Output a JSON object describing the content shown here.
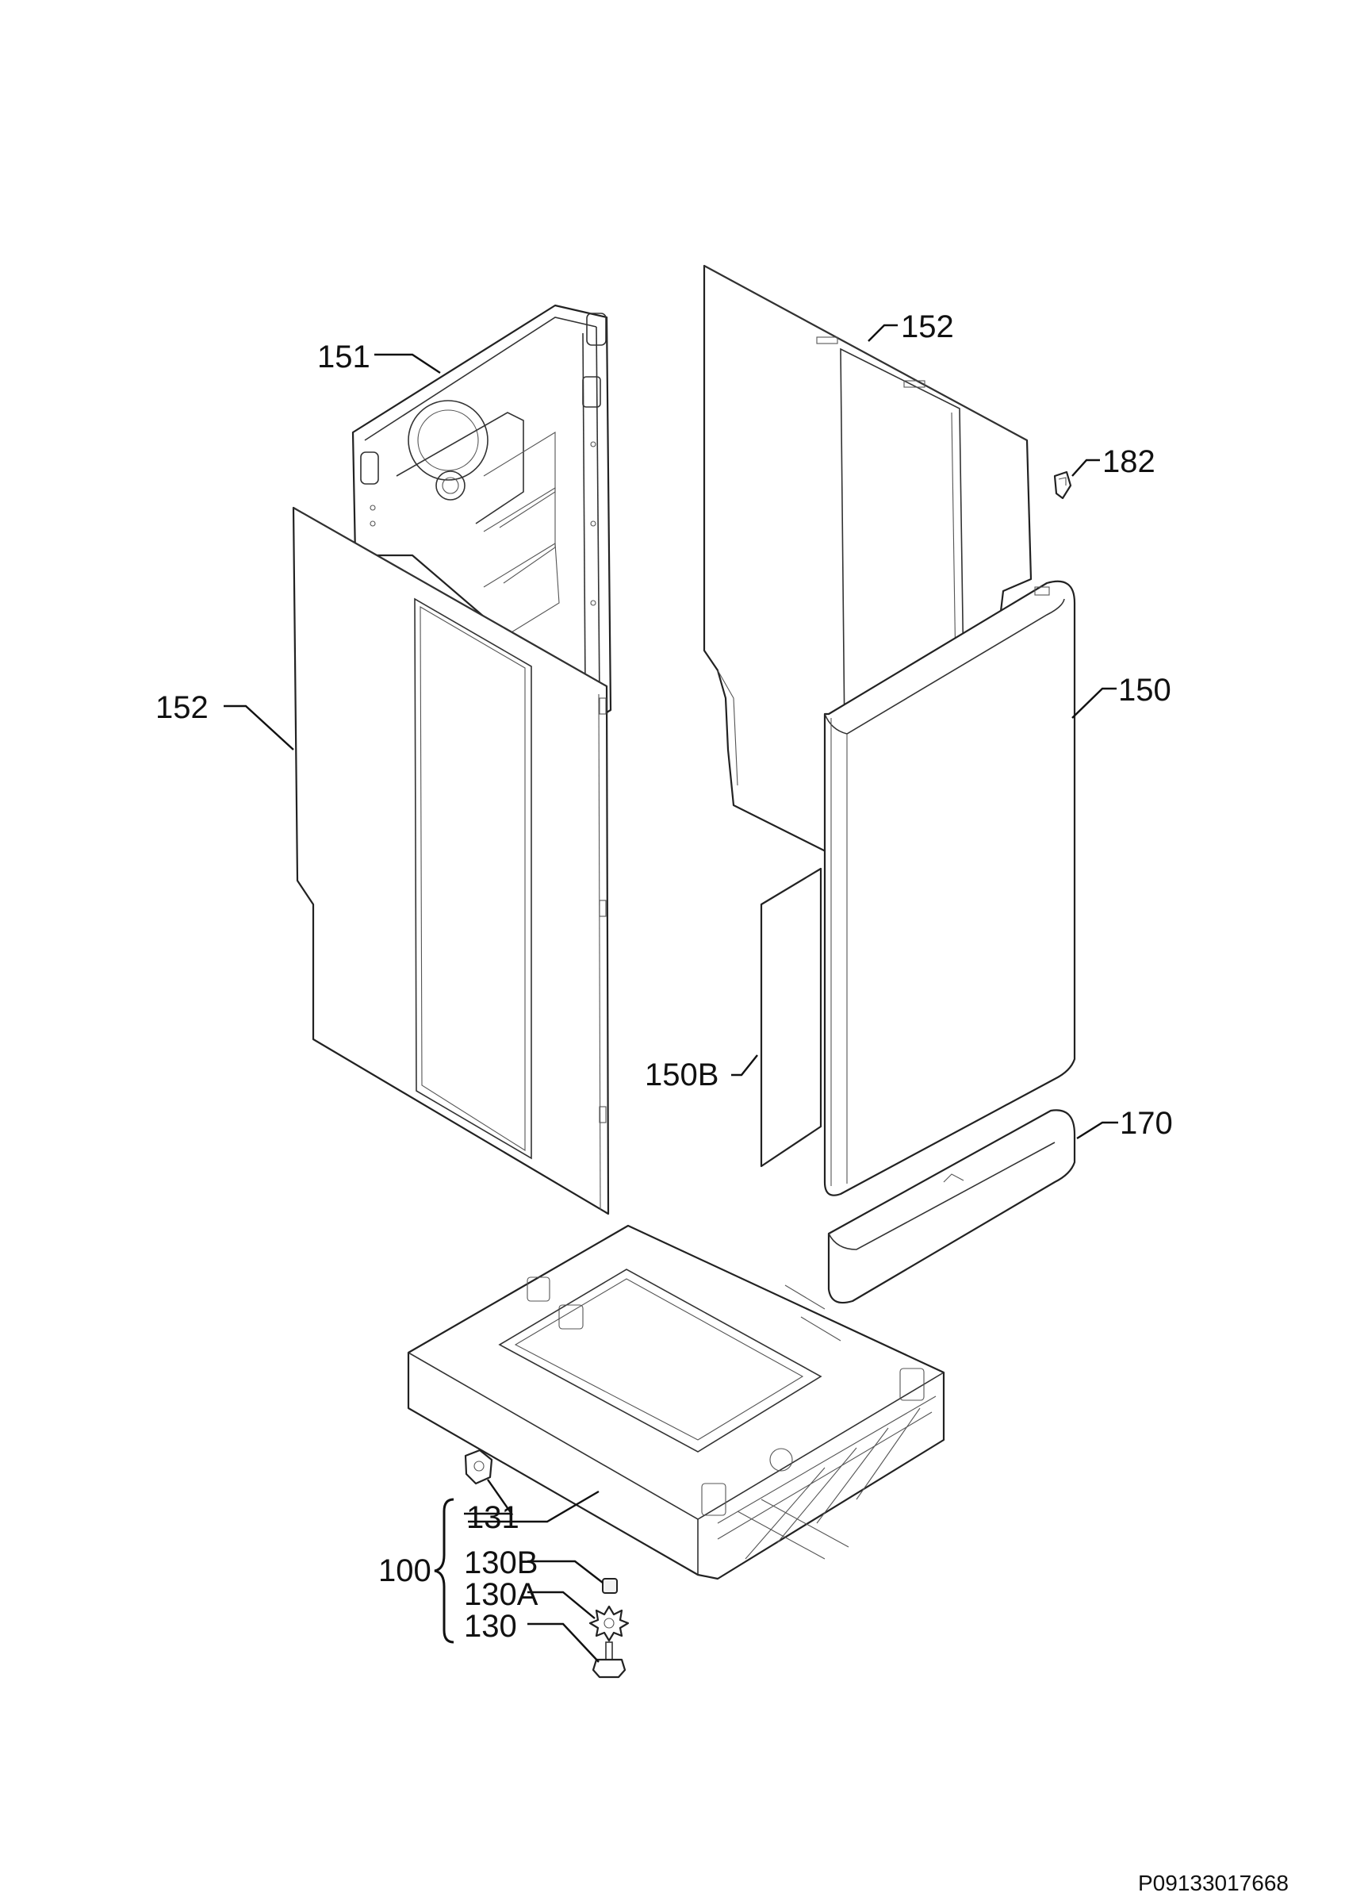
{
  "labels": {
    "p151": "151",
    "p152_right": "152",
    "p182": "182",
    "p152_left": "152",
    "p150": "150",
    "p150b": "150B",
    "p170": "170",
    "p131": "131",
    "p100": "100",
    "p130b": "130B",
    "p130a": "130A",
    "p130": "130"
  },
  "document_id": "P09133017668"
}
